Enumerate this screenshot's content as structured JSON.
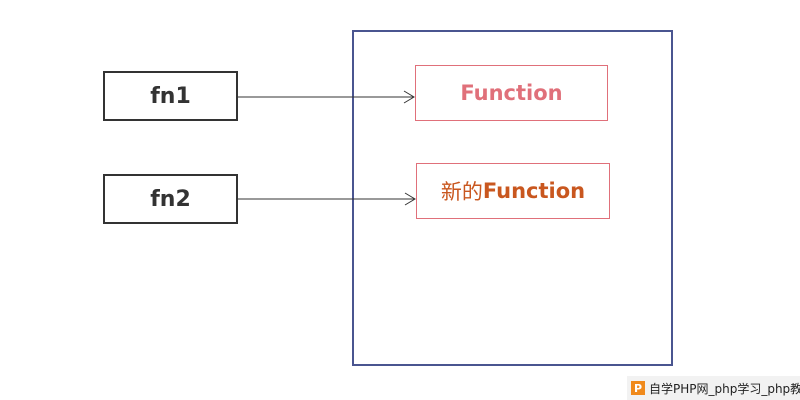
{
  "diagram": {
    "variables": [
      {
        "label": "fn1"
      },
      {
        "label": "fn2"
      }
    ],
    "objects": [
      {
        "label": "Function"
      },
      {
        "prefix": "新的",
        "label": "Function"
      }
    ]
  },
  "watermark": {
    "logo": "P",
    "text": "自学PHP网_php学习_php教"
  },
  "colors": {
    "variable_border": "#333333",
    "heap_border": "#4a5590",
    "object_border": "#e0707a",
    "function_text": "#e0707a",
    "new_function_text": "#c9571f"
  }
}
